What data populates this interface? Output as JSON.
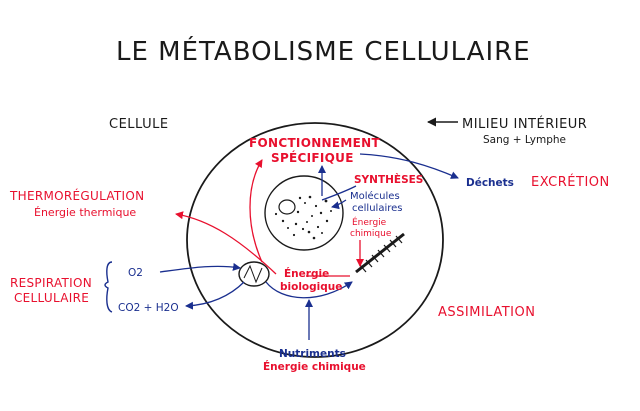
{
  "title": "LE MÉTABOLISME CELLULAIRE",
  "labels": {
    "cellule": "CELLULE",
    "milieu_interieur": "MILIEU INTÉRIEUR",
    "sang_lymphe": "Sang + Lymphe",
    "fonctionnement_1": "FONCTIONNEMENT",
    "fonctionnement_2": "SPÉCIFIQUE",
    "syntheses": "SYNTHÈSES",
    "molecules_1": "Molécules",
    "molecules_2": "cellulaires",
    "energie_chimique_inner_1": "Énergie",
    "energie_chimique_inner_2": "chimique",
    "dechets": "Déchets",
    "excretion": "EXCRÉTION",
    "thermoregulation": "THERMORÉGULATION",
    "energie_thermique": "Énergie thermique",
    "respiration_1": "RESPIRATION",
    "respiration_2": "CELLULAIRE",
    "o2": "O2",
    "co2_h2o": "CO2 + H2O",
    "energie_biologique_1": "Énergie",
    "energie_biologique_2": "biologique",
    "assimilation": "ASSIMILATION",
    "nutriments": "Nutriments",
    "energie_chimique_bottom": "Énergie chimique"
  },
  "colors": {
    "ink": "#1a1a1a",
    "red": "#e8102e",
    "blue": "#1a2f8f"
  }
}
